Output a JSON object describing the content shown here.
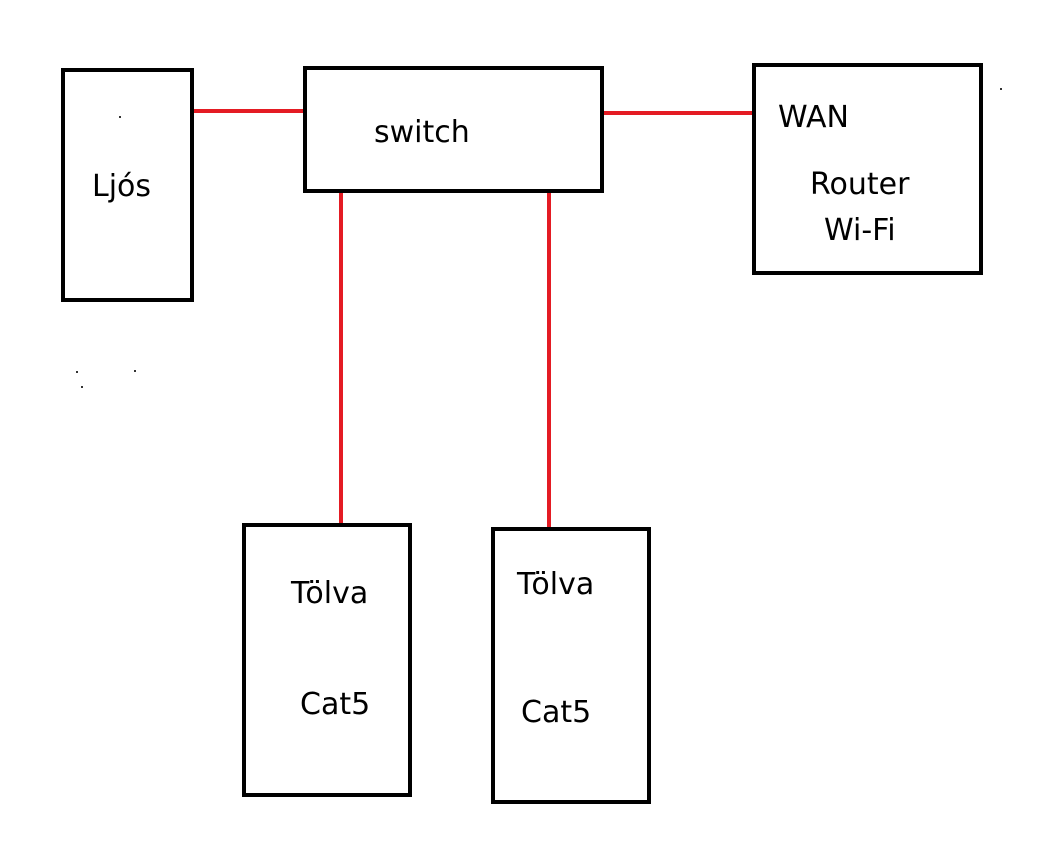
{
  "diagram": {
    "colors": {
      "connection_line": "#e41b23",
      "box_border": "#000000",
      "background": "#ffffff"
    },
    "nodes": {
      "ljos": {
        "label": "Ljós"
      },
      "switch": {
        "label": "switch"
      },
      "router": {
        "wan_label": "WAN",
        "line1": "Router",
        "line2": "Wi-Fi"
      },
      "tolva_1": {
        "line1": "Tölva",
        "line2": "Cat5"
      },
      "tolva_2": {
        "line1": "Tölva",
        "line2": "Cat5"
      }
    },
    "connections": [
      {
        "from": "ljos",
        "to": "switch"
      },
      {
        "from": "switch",
        "to": "router"
      },
      {
        "from": "switch",
        "to": "tolva_1"
      },
      {
        "from": "switch",
        "to": "tolva_2"
      }
    ]
  }
}
